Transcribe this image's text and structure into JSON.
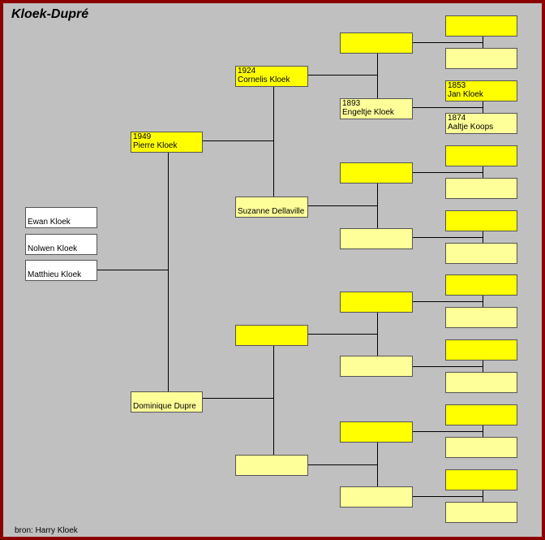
{
  "title": "Kloek-Dupré",
  "source": "bron: Harry Kloek",
  "children": [
    {
      "name": "Ewan Kloek"
    },
    {
      "name": "Nolwen Kloek"
    },
    {
      "name": "Matthieu Kloek"
    }
  ],
  "gen1": [
    {
      "year": "1949",
      "name": "Pierre Kloek"
    },
    {
      "year": "",
      "name": "Dominique Dupre"
    }
  ],
  "gen2": [
    {
      "year": "1924",
      "name": "Cornelis Kloek"
    },
    {
      "year": "",
      "name": "Suzanne Dellaville"
    },
    {
      "year": "",
      "name": ""
    },
    {
      "year": "",
      "name": ""
    }
  ],
  "gen3": [
    {
      "year": "",
      "name": ""
    },
    {
      "year": "1893",
      "name": "Engeltje Kloek"
    },
    {
      "year": "",
      "name": ""
    },
    {
      "year": "",
      "name": ""
    },
    {
      "year": "",
      "name": ""
    },
    {
      "year": "",
      "name": ""
    },
    {
      "year": "",
      "name": ""
    },
    {
      "year": "",
      "name": ""
    }
  ],
  "gen4": [
    {
      "year": "",
      "name": ""
    },
    {
      "year": "",
      "name": ""
    },
    {
      "year": "1853",
      "name": "Jan Kloek"
    },
    {
      "year": "1874",
      "name": "Aaltje Koops"
    },
    {
      "year": "",
      "name": ""
    },
    {
      "year": "",
      "name": ""
    },
    {
      "year": "",
      "name": ""
    },
    {
      "year": "",
      "name": ""
    },
    {
      "year": "",
      "name": ""
    },
    {
      "year": "",
      "name": ""
    },
    {
      "year": "",
      "name": ""
    },
    {
      "year": "",
      "name": ""
    },
    {
      "year": "",
      "name": ""
    },
    {
      "year": "",
      "name": ""
    },
    {
      "year": "",
      "name": ""
    },
    {
      "year": "",
      "name": ""
    }
  ],
  "colors": {
    "frame": "#8b0000",
    "background": "#c0c0c0",
    "male": "#ffff00",
    "female": "#ffff99",
    "child": "#ffffff"
  }
}
